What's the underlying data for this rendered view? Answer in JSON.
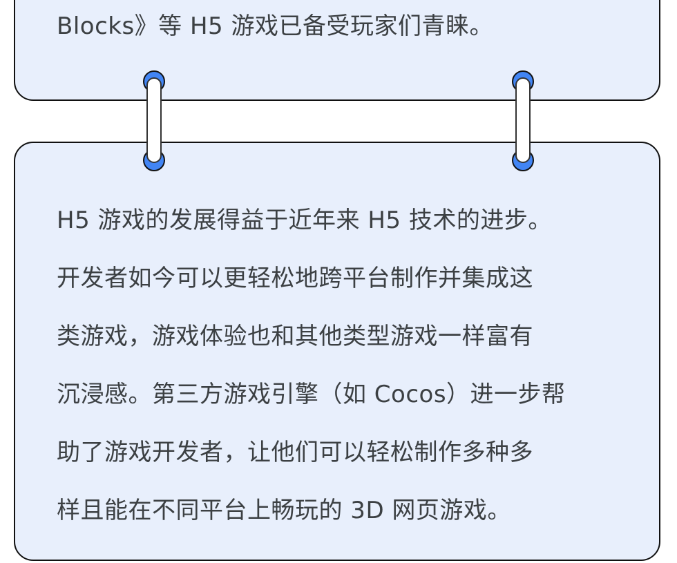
{
  "colors": {
    "card_fill": "#e8effc",
    "card_border": "#111111",
    "text": "#3c4043",
    "connector_dot": "#4285f4",
    "connector_pill": "#ffffff"
  },
  "top_card": {
    "lines": [
      "Blocks》等 H5 游戏已备受玩家们青睐。"
    ]
  },
  "bottom_card": {
    "lines": [
      "H5 游戏的发展得益于近年来 H5 技术的进步。",
      "开发者如今可以更轻松地跨平台制作并集成这",
      "类游戏，游戏体验也和其他类型游戏一样富有",
      "沉浸感。第三方游戏引擎（如 Cocos）进一步帮",
      "助了游戏开发者，让他们可以轻松制作多种多",
      "样且能在不同平台上畅玩的 3D 网页游戏。"
    ]
  },
  "connectors": [
    {
      "name": "left-ring-connector"
    },
    {
      "name": "right-ring-connector"
    }
  ]
}
